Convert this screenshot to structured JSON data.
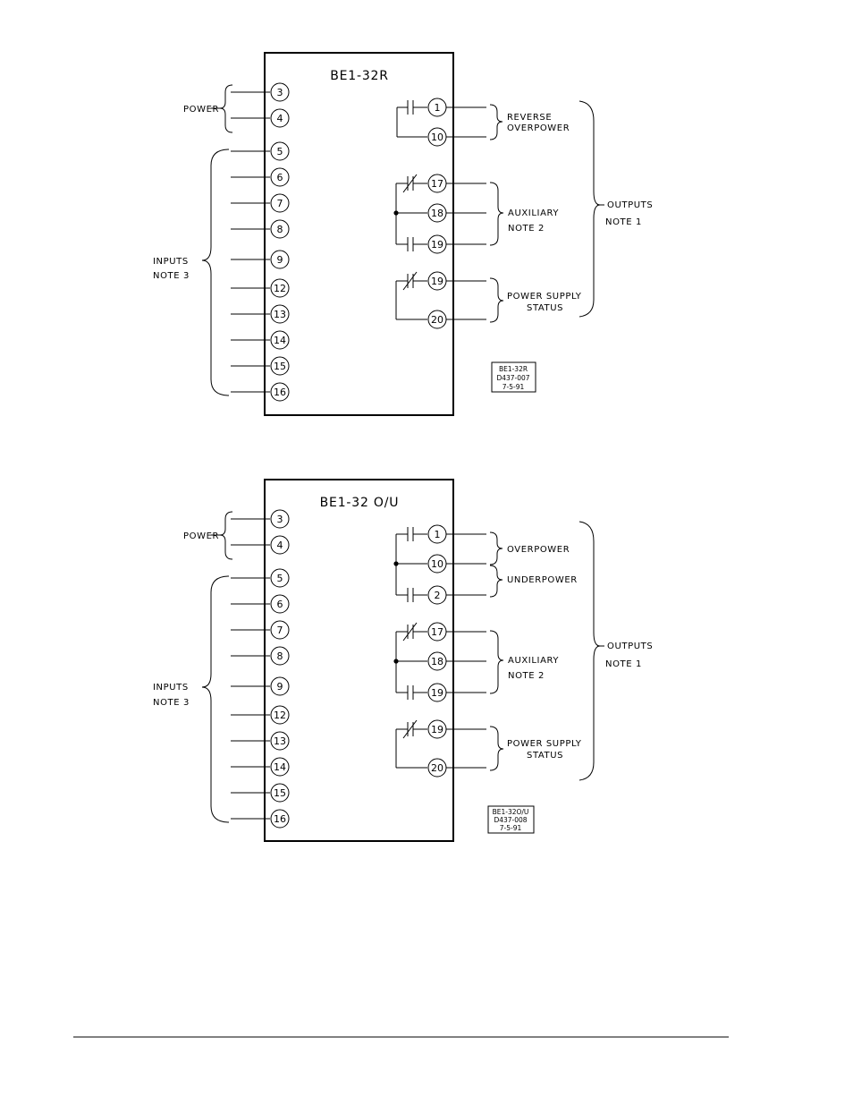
{
  "diagrams": [
    {
      "id": "be1-32r",
      "title": "BE1-32R",
      "power_label": "POWER",
      "inputs_label": [
        "INPUTS",
        "NOTE 3"
      ],
      "outputs_label": [
        "OUTPUTS",
        "NOTE 1"
      ],
      "left_terminals": [
        "3",
        "4",
        "5",
        "6",
        "7",
        "8",
        "9",
        "12",
        "13",
        "14",
        "15",
        "16"
      ],
      "contact_groups": [
        {
          "name": "reverse-overpower",
          "labels": [
            "REVERSE",
            "OVERPOWER"
          ]
        },
        {
          "name": "auxiliary",
          "labels": [
            "AUXILIARY",
            "NOTE 2"
          ]
        },
        {
          "name": "power-supply-status",
          "labels": [
            "POWER SUPPLY",
            "STATUS"
          ]
        }
      ],
      "right_terminals": [
        "1",
        "10",
        "17",
        "18",
        "19",
        "19",
        "20"
      ],
      "stamp": [
        "BE1-32R",
        "D437-007",
        "7-5-91"
      ]
    },
    {
      "id": "be1-32ou",
      "title": "BE1-32 O/U",
      "power_label": "POWER",
      "inputs_label": [
        "INPUTS",
        "NOTE 3"
      ],
      "outputs_label": [
        "OUTPUTS",
        "NOTE 1"
      ],
      "left_terminals": [
        "3",
        "4",
        "5",
        "6",
        "7",
        "8",
        "9",
        "12",
        "13",
        "14",
        "15",
        "16"
      ],
      "contact_groups": [
        {
          "name": "overpower",
          "labels": [
            "OVERPOWER"
          ]
        },
        {
          "name": "underpower",
          "labels": [
            "UNDERPOWER"
          ]
        },
        {
          "name": "auxiliary",
          "labels": [
            "AUXILIARY",
            "NOTE 2"
          ]
        },
        {
          "name": "power-supply-status",
          "labels": [
            "POWER SUPPLY",
            "STATUS"
          ]
        }
      ],
      "right_terminals": [
        "1",
        "10",
        "2",
        "17",
        "18",
        "19",
        "19",
        "20"
      ],
      "stamp": [
        "BE1-32O/U",
        "D437-008",
        "7-5-91"
      ]
    }
  ]
}
